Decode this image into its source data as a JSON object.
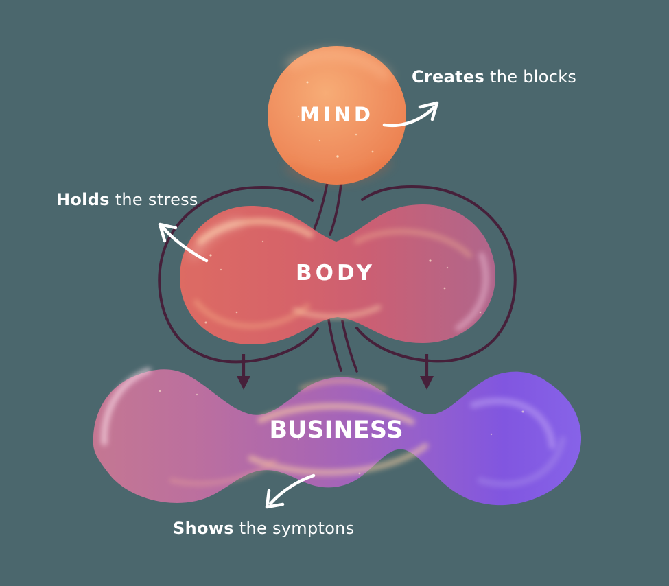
{
  "diagram": {
    "nodes": [
      {
        "id": "mind",
        "label": "MIND",
        "shape": "circle",
        "color_theme": "orange"
      },
      {
        "id": "body",
        "label": "BODY",
        "shape": "peanut-blob",
        "color_theme": "coral-to-mauve"
      },
      {
        "id": "business",
        "label": "BUSINESS",
        "shape": "wavy-blob",
        "color_theme": "pink-to-purple"
      }
    ],
    "edges": [
      {
        "from": "MIND",
        "to": "BODY"
      },
      {
        "from": "BODY",
        "to": "BUSINESS"
      }
    ],
    "annotations": [
      {
        "id": "creates",
        "bold": "Creates",
        "rest": " the blocks",
        "points_at": "mind"
      },
      {
        "id": "holds",
        "bold": "Holds",
        "rest": " the stress",
        "points_at": "body"
      },
      {
        "id": "shows",
        "bold": "Shows",
        "rest": " the symptons",
        "points_at": "business"
      }
    ],
    "colors": {
      "background": "#4B676D",
      "line_maroon": "#46203A",
      "text_white": "#FFFFFF",
      "mind_center": "#F7AC76",
      "mind_mid": "#F09060",
      "mind_edge": "#EA7A49",
      "body_left": "#DD6B63",
      "body_mid": "#CB5F73",
      "body_right": "#B0668C",
      "business_left": "#C47792",
      "business_mid": "#AA66B2",
      "business_right": "#8763E8",
      "highlight_cream": "#FFD8AC",
      "highlight_lavender": "#B99CF2"
    }
  }
}
